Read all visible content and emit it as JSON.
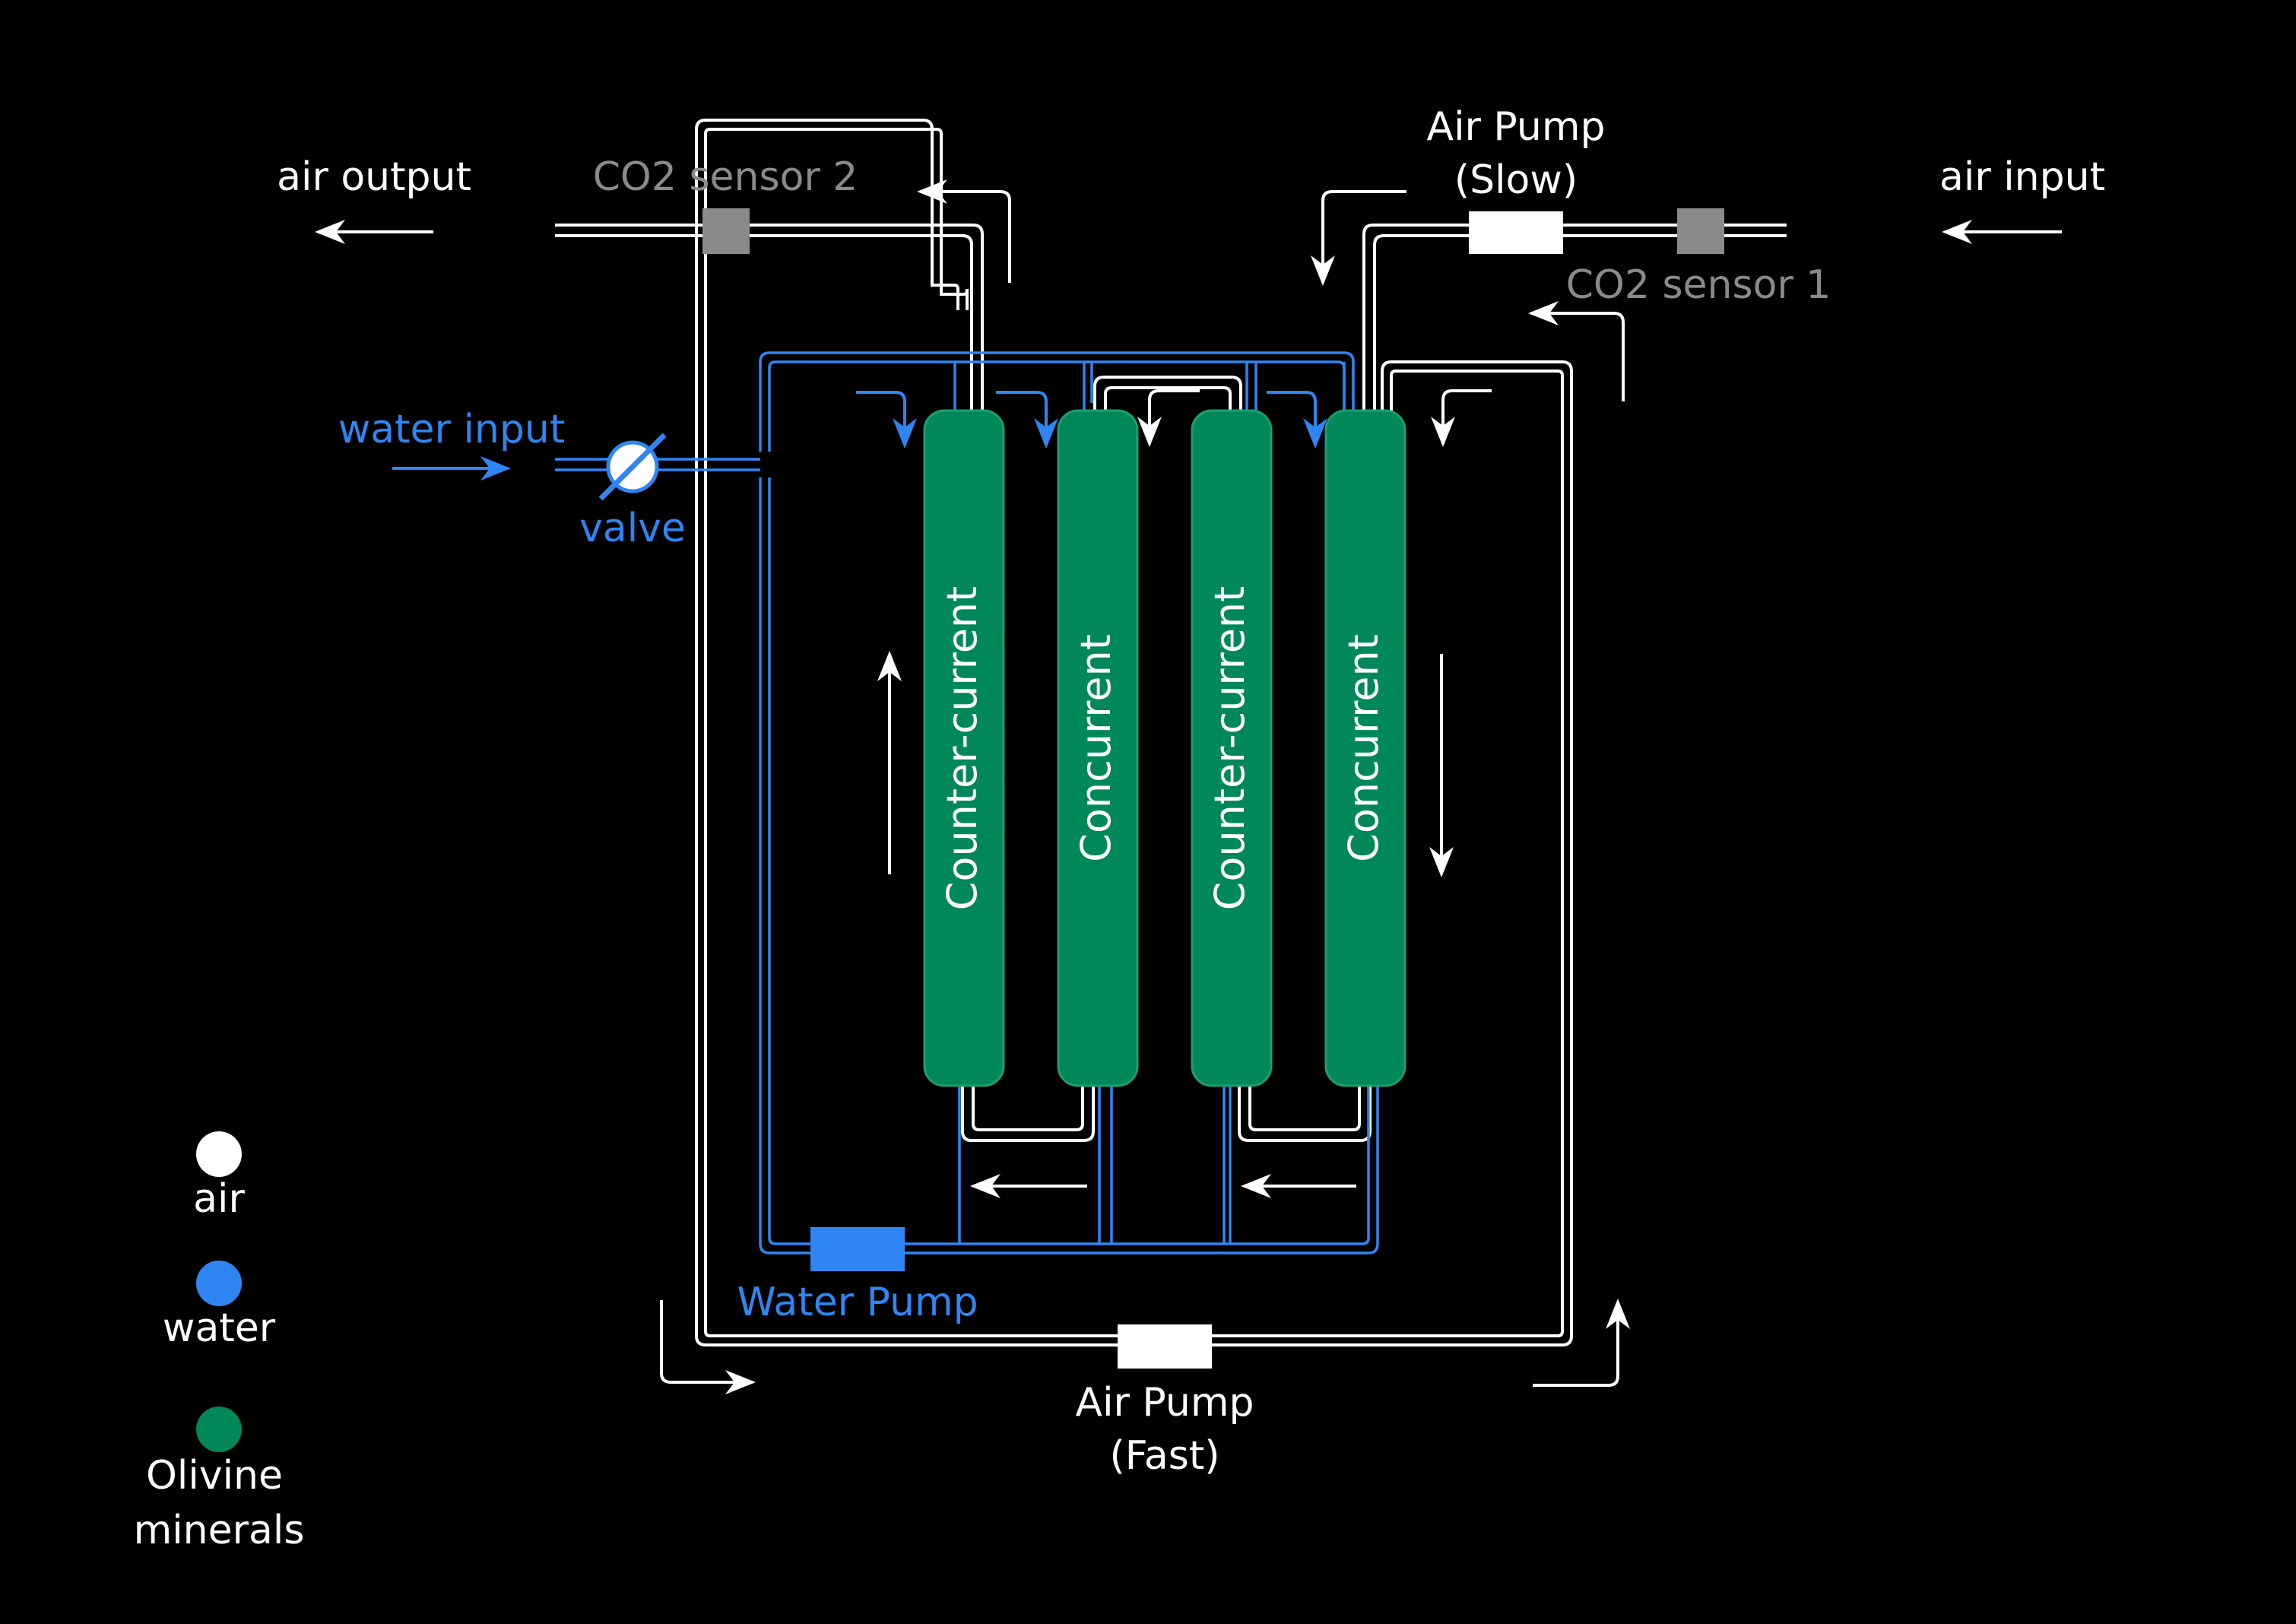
{
  "labels": {
    "air_output": "air output",
    "co2_sensor_2": "CO2 sensor 2",
    "air_pump_slow_line1": "Air Pump",
    "air_pump_slow_line2": "(Slow)",
    "air_input": "air input",
    "co2_sensor_1": "CO2 sensor 1",
    "water_input": "water input",
    "valve": "valve",
    "water_pump": "Water Pump",
    "air_pump_fast_line1": "Air Pump",
    "air_pump_fast_line2": "(Fast)"
  },
  "columns": [
    {
      "label": "Counter-current"
    },
    {
      "label": "Concurrent"
    },
    {
      "label": "Counter-current"
    },
    {
      "label": "Concurrent"
    }
  ],
  "legend": [
    {
      "label_lines": [
        "air"
      ],
      "color": "#ffffff"
    },
    {
      "label_lines": [
        "water"
      ],
      "color": "#2f86f2"
    },
    {
      "label_lines": [
        "Olivine",
        "minerals"
      ],
      "color": "#00875a"
    }
  ],
  "colors": {
    "background": "#000000",
    "air": "#ffffff",
    "water": "#2f86f2",
    "olivine": "#00875a",
    "sensor": "#8a8a8a"
  }
}
